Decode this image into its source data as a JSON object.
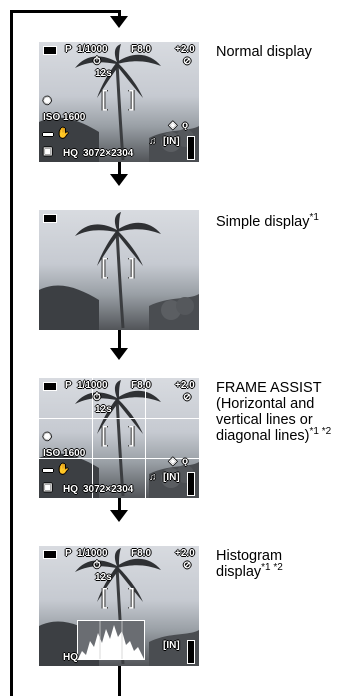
{
  "captions": {
    "normal": "Normal display",
    "simple": "Simple display",
    "simple_sup": "*1",
    "frame_assist_l1": "FRAME ASSIST",
    "frame_assist_l2": "(Horizontal and",
    "frame_assist_l3": "vertical lines or",
    "frame_assist_l4": "diagonal lines)",
    "frame_assist_sup": "*1 *2",
    "histogram_l1": "Histogram",
    "histogram_l2": "display",
    "histogram_sup": "*1 *2"
  },
  "osd": {
    "mode": "P",
    "shutter": "1/1000",
    "aperture": "F8.0",
    "exposure": "+2.0",
    "self_timer": "12s",
    "iso": "ISO 1600",
    "quality": "HQ",
    "resolution": "3072×2304",
    "memory": "IN",
    "memory_short": "[IN]"
  },
  "colors": {
    "sky_top": "#d8dbe0",
    "ground": "#525559",
    "osd_text": "#ffffff",
    "line": "#000000"
  },
  "icons": [
    "battery-icon",
    "self-timer-icon",
    "flash-off-icon",
    "white-balance-icon",
    "macro-icon",
    "metering-icon",
    "image-stabilizer-icon",
    "sound-icon",
    "mic-icon",
    "card-icon"
  ]
}
